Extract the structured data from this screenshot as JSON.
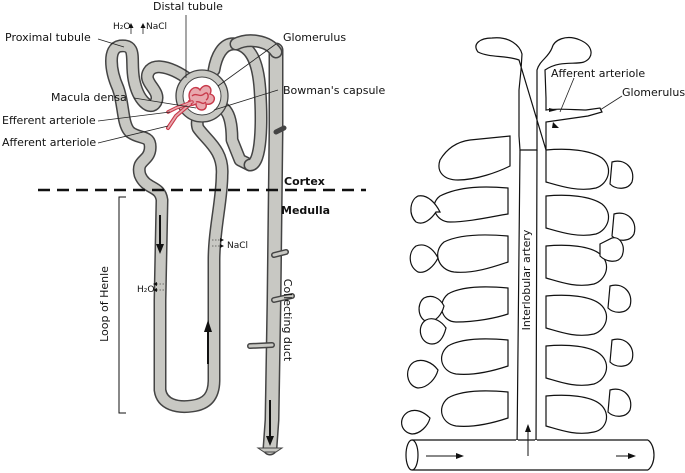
{
  "nephron": {
    "labels": {
      "proximal_tubule": "Proximal tubule",
      "distal_tubule": "Distal tubule",
      "glomerulus": "Glomerulus",
      "macula_densa": "Macula densa",
      "bowmans_capsule": "Bowman's capsule",
      "efferent_arteriole": "Efferent arteriole",
      "afferent_arteriole": "Afferent arteriole",
      "cortex": "Cortex",
      "medulla": "Medulla",
      "loop_of_henle": "Loop of Henle",
      "collecting_duct": "Collecting duct",
      "h2o_top": "H₂O",
      "nacl_top": "NaCl",
      "nacl_mid": "NaCl",
      "h2o_mid": "H₂O"
    }
  },
  "vasculature": {
    "labels": {
      "afferent_arteriole": "Afferent arteriole",
      "glomerulus": "Glomerulus",
      "interlobular_artery": "Interlobular artery"
    }
  },
  "colors": {
    "tubule_fill": "#c8c8c3",
    "tubule_outline": "#444444",
    "glomerulus_red": "#c8394a",
    "glomerulus_pink": "#e8a8ae"
  }
}
